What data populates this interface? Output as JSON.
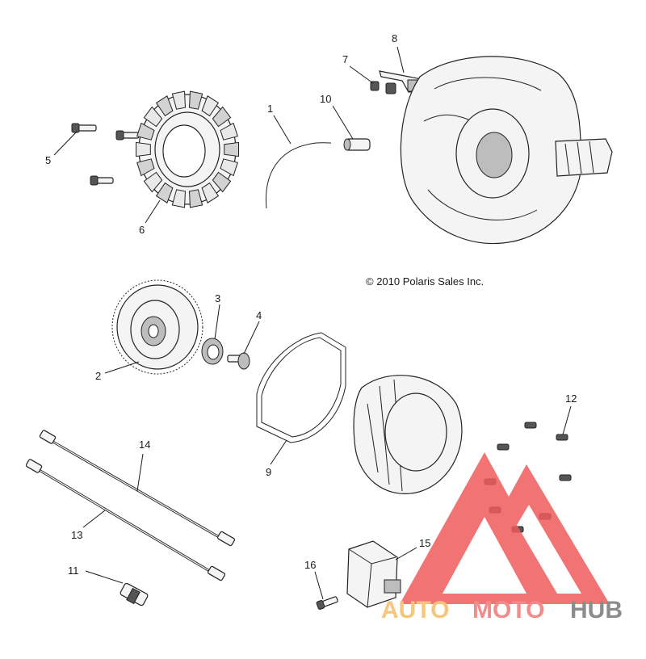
{
  "copyright": "© 2010 Polaris Sales Inc.",
  "callouts": {
    "c1": "1",
    "c2": "2",
    "c3": "3",
    "c4": "4",
    "c5": "5",
    "c6": "6",
    "c7": "7",
    "c8": "8",
    "c9": "9",
    "c10": "10",
    "c11": "11",
    "c12": "12",
    "c13": "13",
    "c14": "14",
    "c15": "15",
    "c16": "16"
  },
  "watermark": {
    "part1": "AUTO",
    "part2": "MOTO",
    "part3": "HUB"
  },
  "colors": {
    "logo_red": "#f05a5a",
    "logo_orange": "#f6c67a",
    "logo_gray": "#8c8c8c"
  }
}
